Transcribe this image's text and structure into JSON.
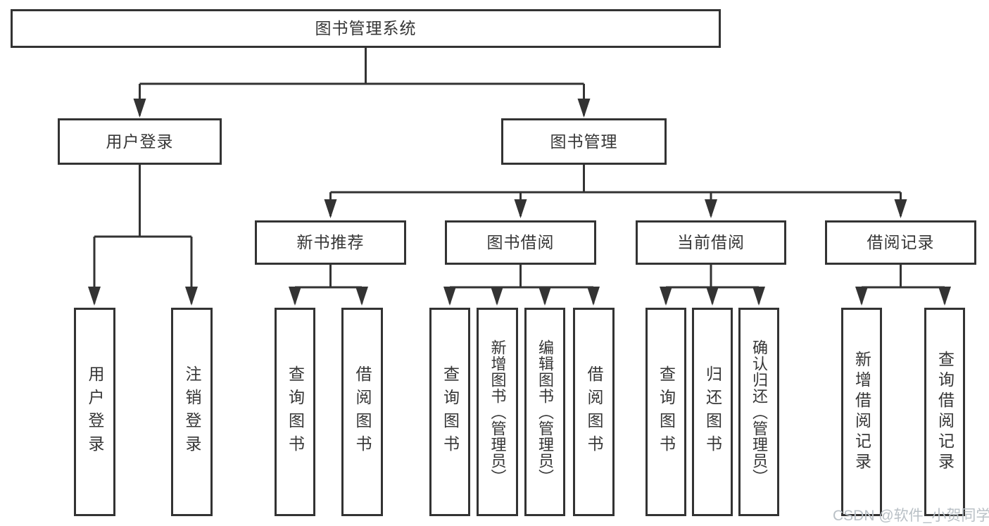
{
  "diagram": {
    "type": "hierarchy-tree",
    "title": "图书管理系统",
    "colors": {
      "line": "#333333",
      "box_border": "#333333",
      "box_fill": "#ffffff",
      "text": "#363636",
      "watermark": "#b9c0c6",
      "background": "#ffffff"
    },
    "nodes": {
      "root": {
        "label": "图书管理系统"
      },
      "user_login": {
        "label": "用户登录"
      },
      "book_mgmt": {
        "label": "图书管理"
      },
      "new_book_rec": {
        "label": "新书推荐"
      },
      "book_borrow": {
        "label": "图书借阅"
      },
      "current_borrow": {
        "label": "当前借阅"
      },
      "borrow_records": {
        "label": "借阅记录"
      },
      "leaf_user_login": {
        "label": "用户登录"
      },
      "leaf_logout": {
        "label": "注销登录"
      },
      "leaf_query_book_1": {
        "label": "查询图书"
      },
      "leaf_borrow_book_1": {
        "label": "借阅图书"
      },
      "leaf_query_book_2": {
        "label": "查询图书"
      },
      "leaf_add_book": {
        "label": "新增图书（管理员）"
      },
      "leaf_edit_book": {
        "label": "编辑图书（管理员）"
      },
      "leaf_borrow_book_2": {
        "label": "借阅图书"
      },
      "leaf_query_book_3": {
        "label": "查询图书"
      },
      "leaf_return_book": {
        "label": "归还图书"
      },
      "leaf_confirm_return": {
        "label": "确认归还（管理员）"
      },
      "leaf_add_record": {
        "label": "新增借阅记录"
      },
      "leaf_query_record": {
        "label": "查询借阅记录"
      }
    },
    "hierarchy": {
      "图书管理系统": {
        "用户登录": [
          "用户登录",
          "注销登录"
        ],
        "图书管理": {
          "新书推荐": [
            "查询图书",
            "借阅图书"
          ],
          "图书借阅": [
            "查询图书",
            "新增图书（管理员）",
            "编辑图书（管理员）",
            "借阅图书"
          ],
          "当前借阅": [
            "查询图书",
            "归还图书",
            "确认归还（管理员）"
          ],
          "借阅记录": [
            "新增借阅记录",
            "查询借阅记录"
          ]
        }
      }
    },
    "watermark": {
      "text": "CSDN @软件_小贺同学"
    }
  }
}
